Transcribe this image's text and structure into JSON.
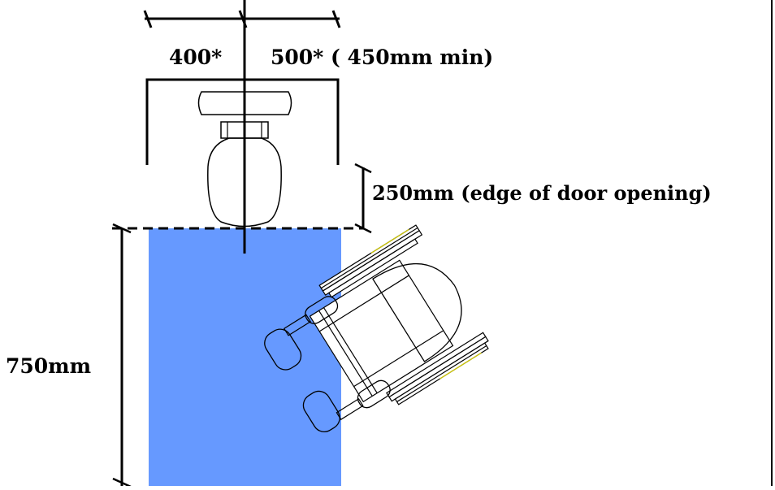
{
  "labels": {
    "left_width": "400*",
    "right_width": "500* ( 450mm min)",
    "door_gap": "250mm (edge of door opening)",
    "transfer_depth": "750mm"
  },
  "colors": {
    "transfer_space": "#6699ff",
    "line": "#000000",
    "background": "#ffffff"
  },
  "icons": [
    "toilet-icon",
    "wheelchair-icon"
  ]
}
